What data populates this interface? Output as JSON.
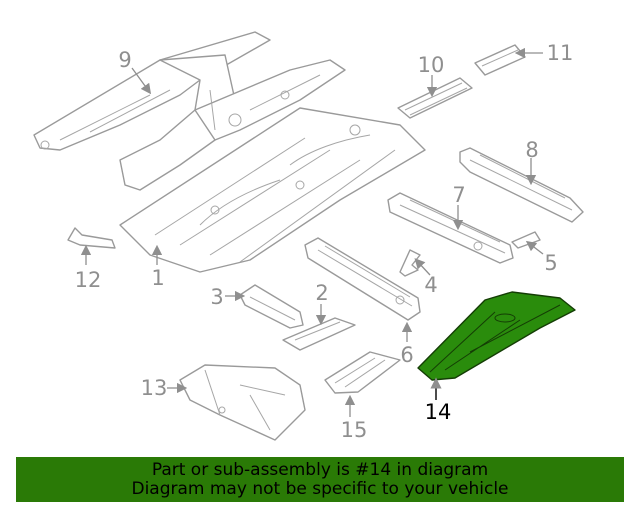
{
  "diagram": {
    "callouts": [
      "1",
      "2",
      "3",
      "4",
      "5",
      "6",
      "7",
      "8",
      "9",
      "10",
      "11",
      "12",
      "13",
      "14",
      "15"
    ],
    "highlighted_part": "14",
    "highlight_color": "#2a8c0c"
  },
  "banner": {
    "line1": "Part or sub-assembly is #14 in diagram",
    "line2": "Diagram may not be specific to your vehicle",
    "background": "#2a7a06"
  }
}
